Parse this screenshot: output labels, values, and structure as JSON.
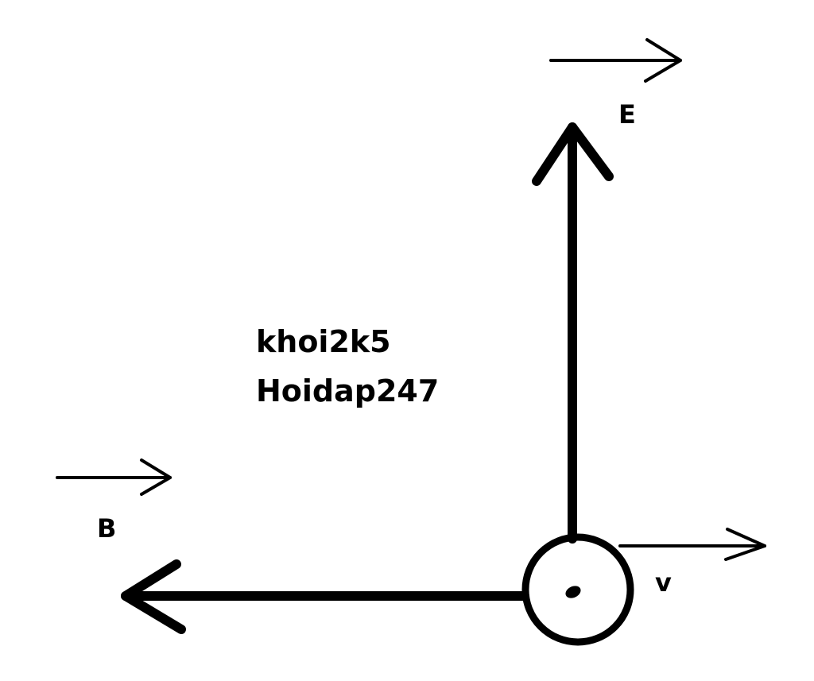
{
  "diagram": {
    "labels": {
      "e": "E",
      "b": "B",
      "v": "v"
    },
    "caption": {
      "line1": "khoi2k5",
      "line2": "Hoidap247"
    }
  },
  "colors": {
    "stroke": "#000000",
    "background": "#ffffff"
  }
}
